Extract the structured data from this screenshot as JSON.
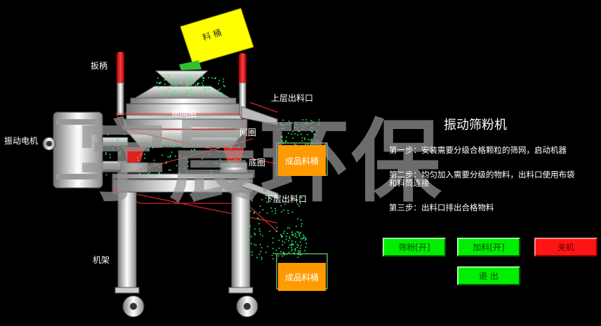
{
  "app": {
    "title": "振动筛粉机",
    "watermark": "宇晨环保"
  },
  "labels": {
    "handle": "扳柄",
    "motor": "振动电机",
    "frame": "机架",
    "top_outlet": "上层出料口",
    "screen_ring": "筛网圈",
    "mesh_ring": "网圈",
    "bottom_ring": "底圈",
    "bottom_outlet": "下层出料口",
    "hopper": "料 桶",
    "product_bucket_top": "成品料桶",
    "product_bucket_bottom": "成品料桶"
  },
  "steps": [
    "第一步：安装需要分级合格颗粒的筛网，启动机器",
    "第二步：均匀加入需要分级的物料，出料口使用布袋和料筒连接",
    "第三步：出料口排出合格物料"
  ],
  "buttons": {
    "sieve_on": "筛粉[开]",
    "feed_on": "加料[开]",
    "shutdown": "关机",
    "exit": "退 出"
  },
  "colors": {
    "button_green": "#00ee00",
    "button_red": "#ff1414",
    "bucket_orange": "#ff9a00",
    "hopper_yellow": "#ffff00",
    "particle_green": "#30ff70"
  }
}
